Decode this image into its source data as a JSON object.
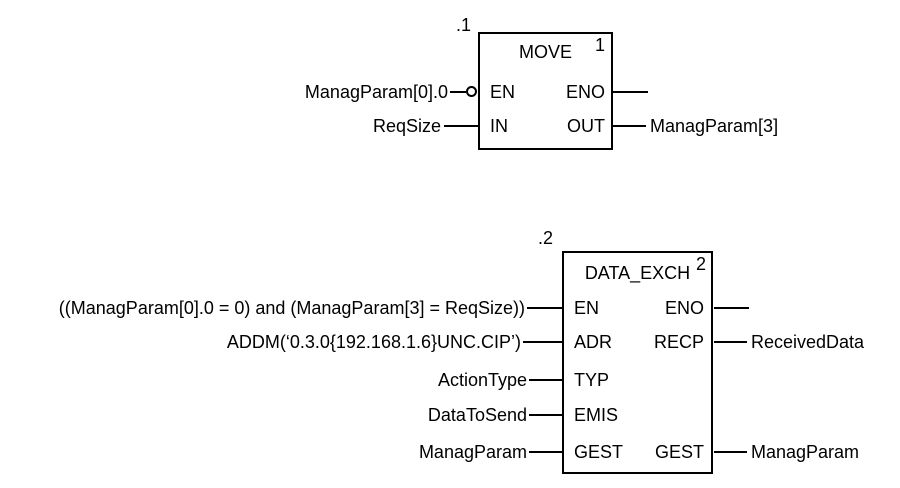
{
  "colors": {
    "line": "#000000",
    "background": "#ffffff",
    "text": "#000000"
  },
  "diagram": {
    "type": "function-block-diagram",
    "blocks": [
      {
        "id": "move",
        "ref_label": ".1",
        "order_number": "1",
        "title": "MOVE",
        "inputs": [
          {
            "pin": "EN",
            "arg": "ManagParam[0].0",
            "negated": true
          },
          {
            "pin": "IN",
            "arg": "ReqSize",
            "negated": false
          }
        ],
        "outputs": [
          {
            "pin": "ENO",
            "arg": ""
          },
          {
            "pin": "OUT",
            "arg": "ManagParam[3]"
          }
        ]
      },
      {
        "id": "data_exch",
        "ref_label": ".2",
        "order_number": "2",
        "title": "DATA_EXCH",
        "inputs": [
          {
            "pin": "EN",
            "arg": "((ManagParam[0].0 = 0) and (ManagParam[3] = ReqSize))",
            "negated": false
          },
          {
            "pin": "ADR",
            "arg": "ADDM(‘0.3.0{192.168.1.6}UNC.CIP’)",
            "negated": false
          },
          {
            "pin": "TYP",
            "arg": "ActionType",
            "negated": false
          },
          {
            "pin": "EMIS",
            "arg": "DataToSend",
            "negated": false
          },
          {
            "pin": "GEST",
            "arg": "ManagParam",
            "negated": false
          }
        ],
        "outputs": [
          {
            "pin": "ENO",
            "arg": ""
          },
          {
            "pin": "RECP",
            "arg": "ReceivedData"
          },
          {
            "pin": "GEST",
            "arg": "ManagParam"
          }
        ]
      }
    ]
  }
}
